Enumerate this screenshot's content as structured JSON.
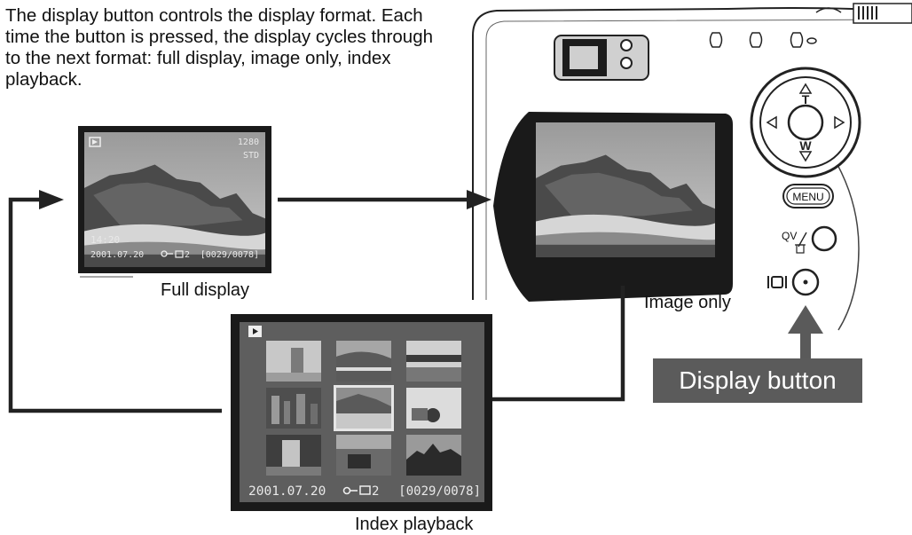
{
  "intro_text": "The display button controls the display format. Each time the button is pressed, the display cycles through to the next format: full display, image only, index playback.",
  "captions": {
    "full_display": "Full display",
    "image_only": "Image only",
    "index_playback": "Index playback",
    "display_button": "Display button"
  },
  "full_display_screen": {
    "resolution": "1280",
    "quality": "STD",
    "time": "14:20",
    "date": "2001.07.20",
    "print_count": "2",
    "frame_counter": "[0029/0078]"
  },
  "index_screen": {
    "date": "2001.07.20",
    "print_count": "2",
    "frame_counter": "[0029/0078]"
  },
  "camera_labels": {
    "menu": "MENU",
    "qv": "QV",
    "zoom_tele": "T",
    "zoom_wide": "W"
  }
}
